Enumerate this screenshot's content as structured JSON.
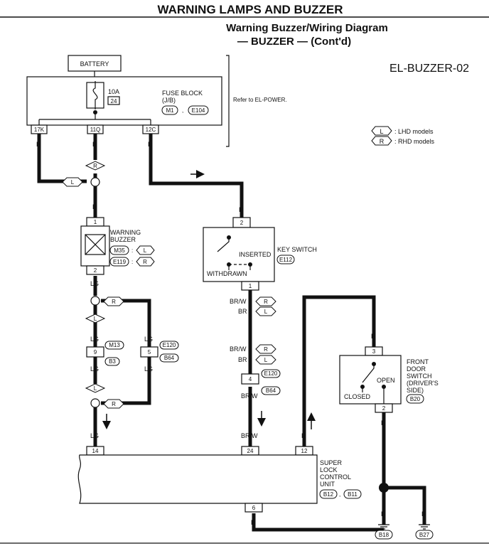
{
  "header": {
    "section": "WARNING LAMPS AND BUZZER",
    "title_line1": "Warning Buzzer/Wiring Diagram",
    "title_line2": "— BUZZER — (Cont'd)",
    "code": "EL-BUZZER-02"
  },
  "legend": {
    "lhd_symbol": "L",
    "lhd_text": ": LHD models",
    "rhd_symbol": "R",
    "rhd_text": ": RHD models"
  },
  "battery": {
    "label": "BATTERY"
  },
  "fuse_block": {
    "amps": "10A",
    "number": "24",
    "label1": "FUSE BLOCK",
    "label2": "(J/B)",
    "conn1": "M1",
    "conn2": "E104",
    "refer": "Refer to EL-POWER.",
    "terminals": [
      "17K",
      "11Q",
      "12C"
    ]
  },
  "wires": {
    "p": "P",
    "lg": "LG",
    "brw": "BR/W",
    "br": "BR",
    "r": "R",
    "b": "B"
  },
  "models": {
    "l": "L",
    "r": "R"
  },
  "buzzer": {
    "label1": "WARNING",
    "label2": "BUZZER",
    "pin_top": "1",
    "pin_bottom": "2",
    "conn_l": "M35",
    "conn_r": "E119"
  },
  "joint": {
    "pin9": "9",
    "pin5": "5",
    "conn_m13": "M13",
    "conn_b3": "B3",
    "conn_e120": "E120",
    "conn_b64": "B64"
  },
  "key_switch": {
    "label": "KEY SWITCH",
    "conn": "E112",
    "pin_top": "2",
    "pin_bottom": "1",
    "inserted": "INSERTED",
    "withdrawn": "WITHDRAWN",
    "pin4": "4",
    "conn_e120": "E120",
    "conn_b64": "B64"
  },
  "door_switch": {
    "label1": "FRONT",
    "label2": "DOOR",
    "label3": "SWITCH",
    "label4": "(DRIVER'S",
    "label5": "SIDE)",
    "conn": "B20",
    "open": "OPEN",
    "closed": "CLOSED",
    "pin_top": "3",
    "pin_bottom": "2"
  },
  "control_unit": {
    "label1": "SUPER",
    "label2": "LOCK",
    "label3": "CONTROL",
    "label4": "UNIT",
    "conn1": "B12",
    "conn2": "B11",
    "pins": [
      "14",
      "24",
      "12"
    ],
    "pin_ground": "6"
  },
  "grounds": [
    "B18",
    "B27"
  ]
}
